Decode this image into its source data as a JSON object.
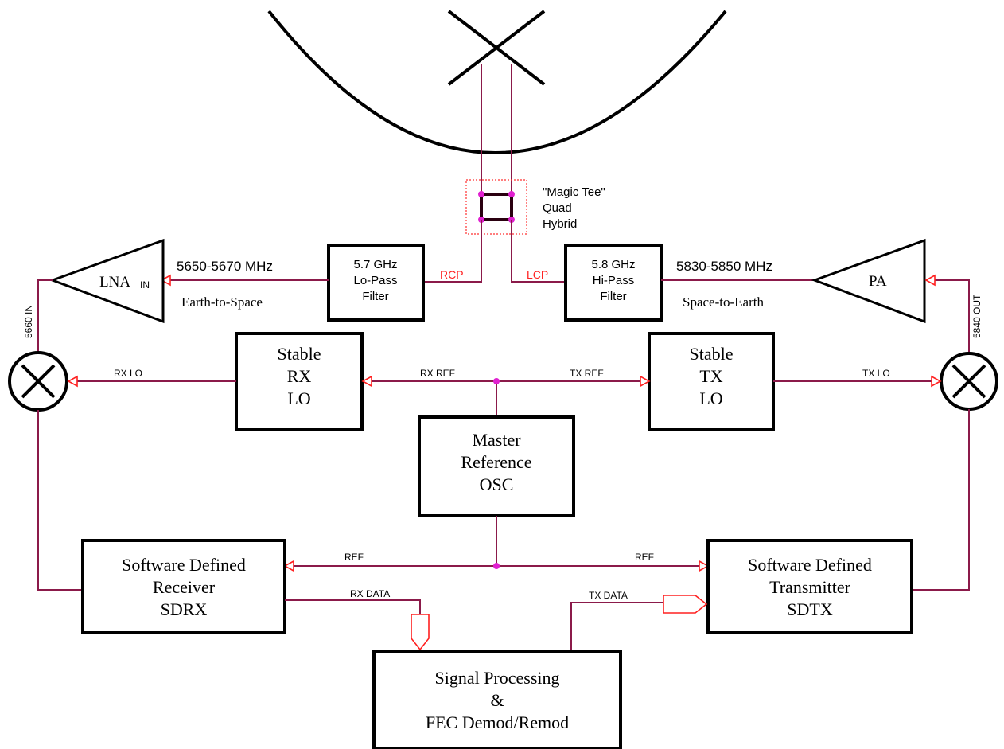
{
  "antenna": {
    "name": "dish-antenna"
  },
  "magic_tee": {
    "line1": "\"Magic Tee\"",
    "line2": "Quad",
    "line3": "Hybrid"
  },
  "ports": {
    "rcp": "RCP",
    "lcp": "LCP"
  },
  "lo_pass": {
    "line1": "5.7 GHz",
    "line2": "Lo-Pass",
    "line3": "Filter"
  },
  "hi_pass": {
    "line1": "5.8 GHz",
    "line2": "Hi-Pass",
    "line3": "Filter"
  },
  "uplink": {
    "freq": "5650-5670 MHz",
    "dir": "Earth-to-Space"
  },
  "downlink": {
    "freq": "5830-5850 MHz",
    "dir": "Space-to-Earth"
  },
  "lna": {
    "label": "LNA",
    "sub": "IN"
  },
  "pa": {
    "label": "PA"
  },
  "if_in": "5660 IN",
  "if_out": "5840 OUT",
  "rx_lo": {
    "line1": "Stable",
    "line2": "RX",
    "line3": "LO",
    "wire_label": "RX LO"
  },
  "tx_lo": {
    "line1": "Stable",
    "line2": "TX",
    "line3": "LO",
    "wire_label": "TX LO"
  },
  "rx_ref": "RX REF",
  "tx_ref": "TX REF",
  "master": {
    "line1": "Master",
    "line2": "Reference",
    "line3": "OSC"
  },
  "ref_left": "REF",
  "ref_right": "REF",
  "sdrx": {
    "line1": "Software Defined",
    "line2": "Receiver",
    "line3": "SDRX"
  },
  "sdtx": {
    "line1": "Software Defined",
    "line2": "Transmitter",
    "line3": "SDTX"
  },
  "rx_data": "RX DATA",
  "tx_data": "TX DATA",
  "dsp": {
    "line1": "Signal Processing",
    "line2": "&",
    "line3": "FEC Demod/Remod"
  },
  "colors": {
    "wire": "#8b1a4a",
    "arrow": "#ff2020",
    "junction": "#e020d0",
    "port_label": "#ff2020"
  }
}
